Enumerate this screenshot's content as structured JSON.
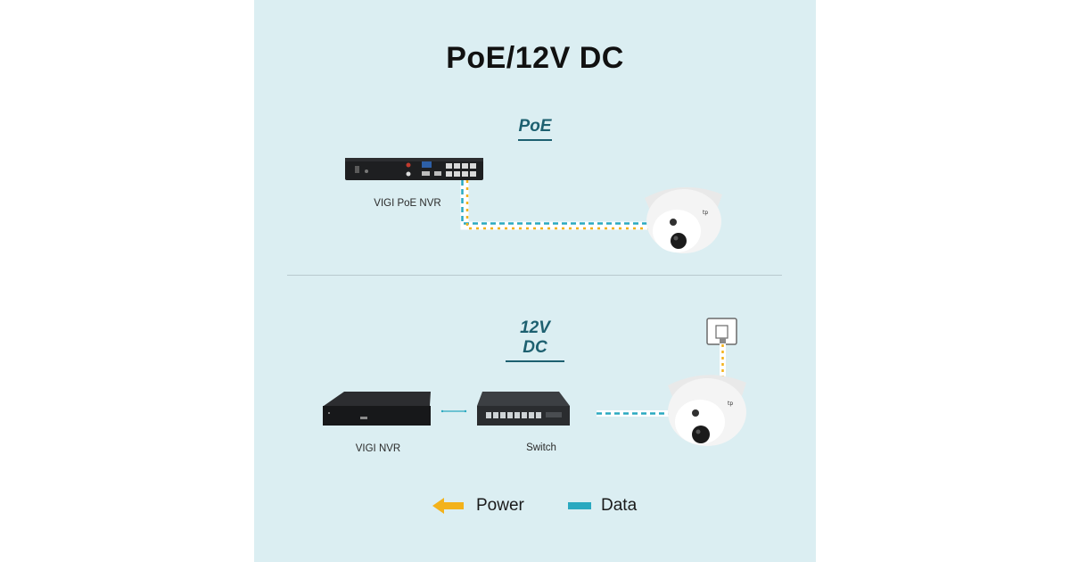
{
  "title": "PoE/12V DC",
  "sections": {
    "poe": {
      "label": "PoE",
      "nvr_label": "VIGI PoE NVR"
    },
    "dc": {
      "label": "12V DC",
      "nvr_label": "VIGI NVR",
      "switch_label": "Switch"
    }
  },
  "legend": {
    "power_label": "Power",
    "data_label": "Data",
    "power_color": "#f3b21b",
    "data_color": "#2aa9c0"
  },
  "icons": [
    "nvr-device",
    "poe-switch",
    "turret-camera",
    "power-adapter",
    "arrow-left-icon"
  ]
}
